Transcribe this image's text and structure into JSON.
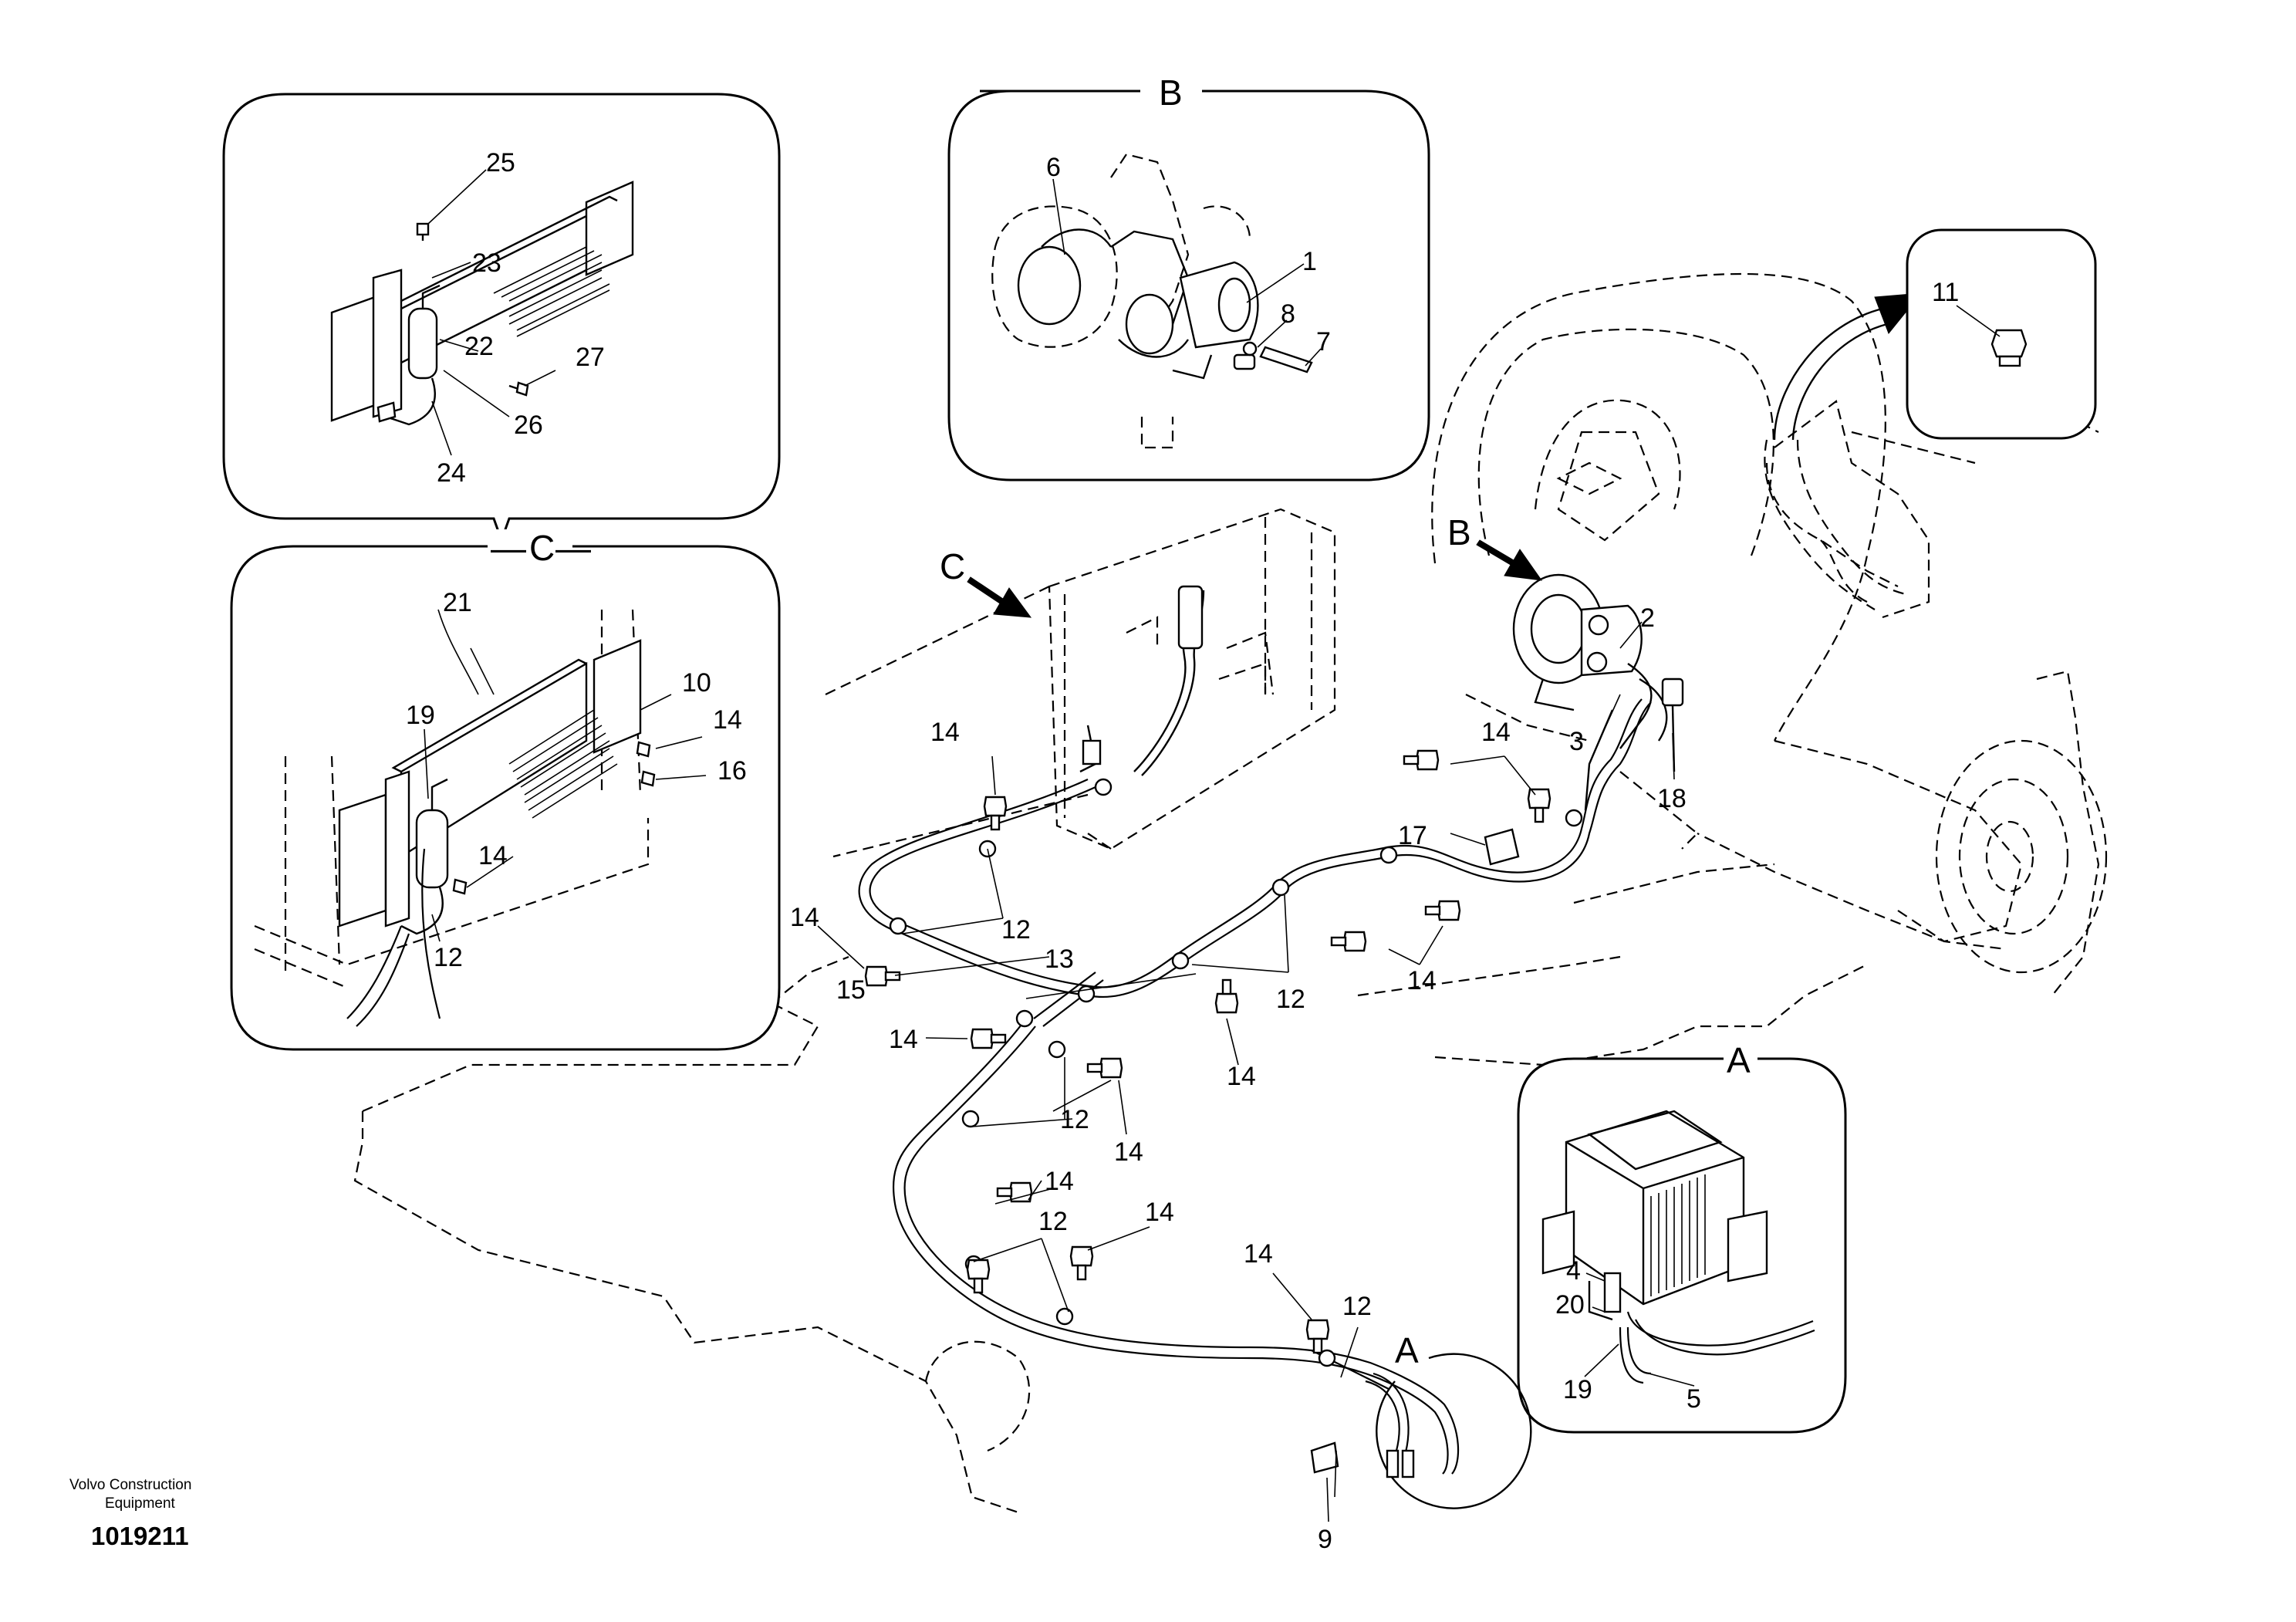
{
  "diagram": {
    "views": {
      "B": "B",
      "C": "C",
      "A": "A",
      "B_arrow": "B",
      "C_arrow": "C",
      "A_circle": "A"
    },
    "callouts": {
      "c25": "25",
      "c23": "23",
      "c22": "22",
      "c27": "27",
      "c26": "26",
      "c24": "24",
      "c21": "21",
      "c10": "10",
      "c19": "19",
      "c14_detailC_a": "14",
      "c16": "16",
      "c14_detailC_b": "14",
      "c12_detailC": "12",
      "c6": "6",
      "c1": "1",
      "c8": "8",
      "c7": "7",
      "c11": "11",
      "c2": "2",
      "c3": "3",
      "c18": "18",
      "c14_a": "14",
      "c14_b": "14",
      "c17": "17",
      "c14_c": "14",
      "c12_a": "12",
      "c15": "15",
      "c13": "13",
      "c14_d": "14",
      "c12_b": "12",
      "c14_e": "14",
      "c14_f": "14",
      "c12_c": "12",
      "c14_g": "14",
      "c14_h": "14",
      "c14_i": "14",
      "c12_d": "12",
      "c14_j": "14",
      "c12_e": "12",
      "c9": "9",
      "c4": "4",
      "c20": "20",
      "c19_detailA": "19",
      "c5": "5"
    },
    "footer": {
      "company_line1": "Volvo Construction",
      "company_line2": "Equipment",
      "drawing_number": "1019211"
    }
  }
}
